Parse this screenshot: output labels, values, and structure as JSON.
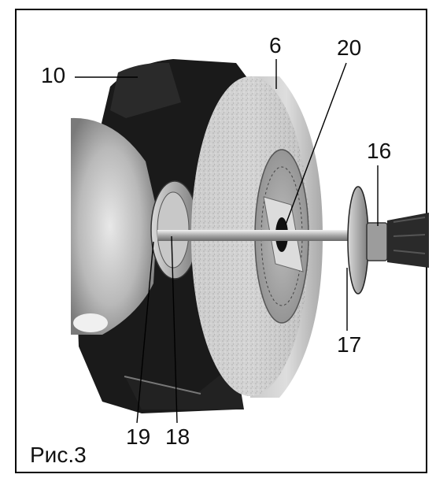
{
  "figure": {
    "caption": "Рис.3",
    "callouts": {
      "guard": "10",
      "wheel": "6",
      "bore": "20",
      "nut": "16",
      "outer_flange": "17",
      "shaft": "19",
      "inner_flange": "18"
    }
  }
}
